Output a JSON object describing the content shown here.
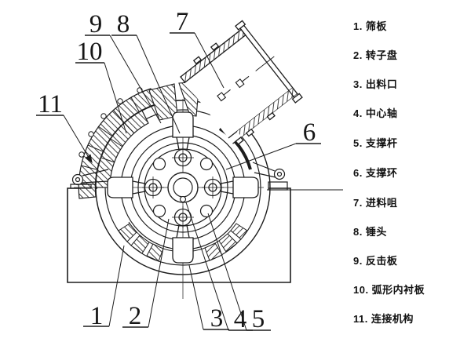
{
  "callouts": [
    "1",
    "2",
    "3",
    "4",
    "5",
    "6",
    "7",
    "8",
    "9",
    "10",
    "11"
  ],
  "legend": {
    "items": [
      {
        "num": "1.",
        "label": "筛板"
      },
      {
        "num": "2.",
        "label": "转子盘"
      },
      {
        "num": "3.",
        "label": "出料口"
      },
      {
        "num": "4.",
        "label": "中心轴"
      },
      {
        "num": "5.",
        "label": "支撑杆"
      },
      {
        "num": "6.",
        "label": "支撑环"
      },
      {
        "num": "7.",
        "label": "进料咀"
      },
      {
        "num": "8.",
        "label": "锤头"
      },
      {
        "num": "9.",
        "label": "反击板"
      },
      {
        "num": "10.",
        "label": "弧形内衬板"
      },
      {
        "num": "11.",
        "label": "连接机构"
      }
    ]
  },
  "colors": {
    "line": "#1d1d1d",
    "background": "#ffffff"
  }
}
